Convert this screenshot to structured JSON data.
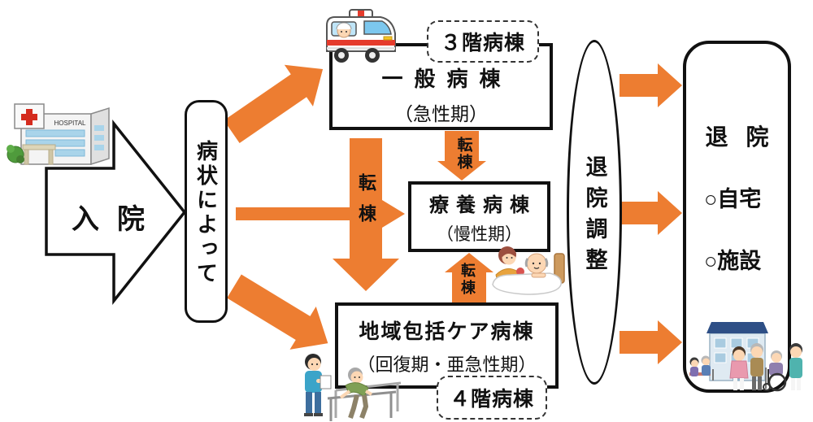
{
  "colors": {
    "arrow_orange": "#ED7D31",
    "outline": "#111111"
  },
  "flow": {
    "admission_label": "入院",
    "condition_label": "病状によって",
    "discharge_coordination_label": "退院調整",
    "transfer_main_label": "転棟",
    "transfer_to_recuperation_label": "転棟",
    "transfer_from_community_label": "転棟"
  },
  "wards": {
    "general": {
      "floor_badge": "３階病棟",
      "name": "一般病棟",
      "phase": "（急性期）"
    },
    "recuperation": {
      "name": "療養病棟",
      "phase": "（慢性期）"
    },
    "community": {
      "name": "地域包括ケア病棟",
      "phase": "（回復期・亜急性期）",
      "floor_badge": "４階病棟"
    }
  },
  "discharge": {
    "title": "退院",
    "options": [
      "○自宅",
      "○施設"
    ]
  },
  "illustrations": {
    "hospital_sign": "HOSPITAL",
    "hospital": "hospital-building",
    "ambulance": "ambulance-with-driver",
    "bedside": "elderly-patient-in-bed-with-caregiver",
    "rehab": "walking-rehabilitation-with-therapist",
    "facility": "care-facility-building-with-residents"
  }
}
